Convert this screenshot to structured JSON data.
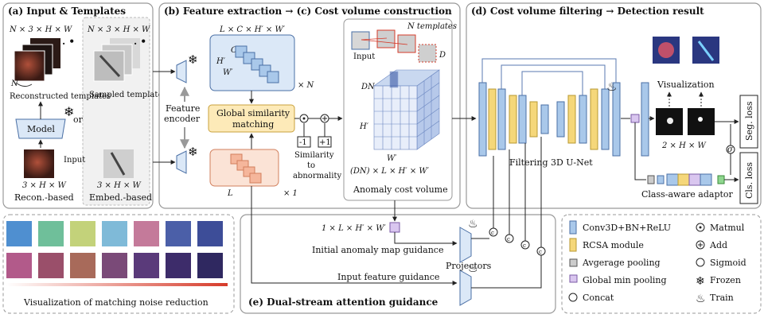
{
  "sections": {
    "a_title": "(a) Input & Templates",
    "bc_title": "(b) Feature extraction → (c) Cost volume construction",
    "d_title": "(d) Cost volume filtering → Detection result",
    "e_title": "(e) Dual-stream attention guidance"
  },
  "panel_a": {
    "dim_recon_top": "N × 3 × H × W",
    "dim_sampled_top": "N × 3 × H × W",
    "n_label": "N",
    "recon_caption": "Reconstructed templates",
    "sampled_caption": "Sampled templates",
    "model_label": "Model",
    "or_label": "or",
    "input_label": "Input",
    "dim_recon_bottom": "3 × H × W",
    "dim_embed_bottom": "3 × H × W",
    "recon_based": "Recon.-based",
    "embed_based": "Embed.-based"
  },
  "panel_bc": {
    "feat_dims": "L × C × H′ × W′",
    "c_label": "C",
    "h_label": "H′",
    "w_label": "W′",
    "times_n": "× N",
    "times_1": "× 1",
    "l_label": "L",
    "feature_encoder": "Feature encoder",
    "global_similarity": "Global similarity matching",
    "minus_one": "-1",
    "plus_one": "+1",
    "sim_to_abn": "Similarity to abnormality",
    "n_templates": "N templates",
    "input_small": "Input",
    "d_label": "D",
    "dn_label": "DN",
    "hp_label": "H′",
    "wp_label": "W′",
    "volume_dims": "(DN) × L × H′ × W′",
    "anomaly_cost_volume": "Anomaly cost volume"
  },
  "panel_d": {
    "visualization": "Visualization",
    "filtering_unet": "Filtering 3D U-Net",
    "out_dims": "2 × H × W",
    "seg_loss": "Seg. loss",
    "cls_loss": "Cls. loss",
    "class_aware": "Class-aware adaptor",
    "sigma": "σ"
  },
  "panel_e": {
    "map_dims": "1 × L × H′ × W′",
    "initial_guidance": "Initial anomaly map guidance",
    "input_guidance": "Input feature guidance",
    "projectors": "Projectors",
    "c_mark": "c"
  },
  "visual_panel": {
    "caption": "Visualization of matching noise reduction"
  },
  "legend": {
    "conv": "Conv3D+BN+ReLU",
    "rcsa": "RCSA module",
    "avg_pool": "Avgerage pooling",
    "min_pool": "Global min pooling",
    "concat": "Concat",
    "matmul": "Matmul",
    "add": "Add",
    "sigmoid": "Sigmoid",
    "frozen": "Frozen",
    "train": "Train"
  },
  "colors": {
    "conv_blue": "#a9c8ea",
    "rcsa_yellow": "#f5d77a",
    "min_pool_purple": "#d9c6ef",
    "feature_top": "#dbe8f7",
    "feature_bottom": "#fbe3d6",
    "similarity": "#fdeab8",
    "frozen": "#38a9e0",
    "train": "#f07a22"
  }
}
